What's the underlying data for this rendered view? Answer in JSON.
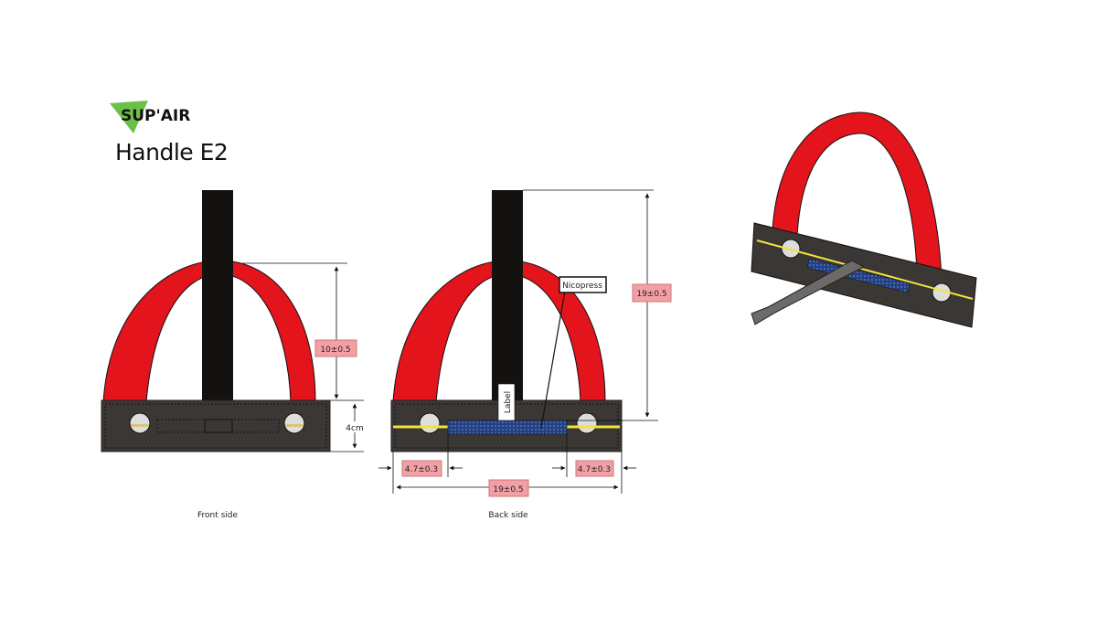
{
  "logo": {
    "text": "SUP'AIR"
  },
  "title": "Handle E2",
  "front": {
    "caption": "Front side",
    "dim_loop": "10±0.5",
    "dim_height": "4cm"
  },
  "back": {
    "caption": "Back side",
    "dim_total_height": "19±0.5",
    "dim_left": "4.7±0.3",
    "dim_right": "4.7±0.3",
    "dim_width": "19±0.5",
    "label_tag": "Label",
    "nicopress_tag": "Nicopress"
  },
  "colors": {
    "red": "#e3141b",
    "base": "#3b3735",
    "strap": "#141210",
    "pink": "#f2a0a6",
    "yellow": "#f2e33a",
    "blue": "#2b4f9b",
    "green": "#6cc04a"
  }
}
